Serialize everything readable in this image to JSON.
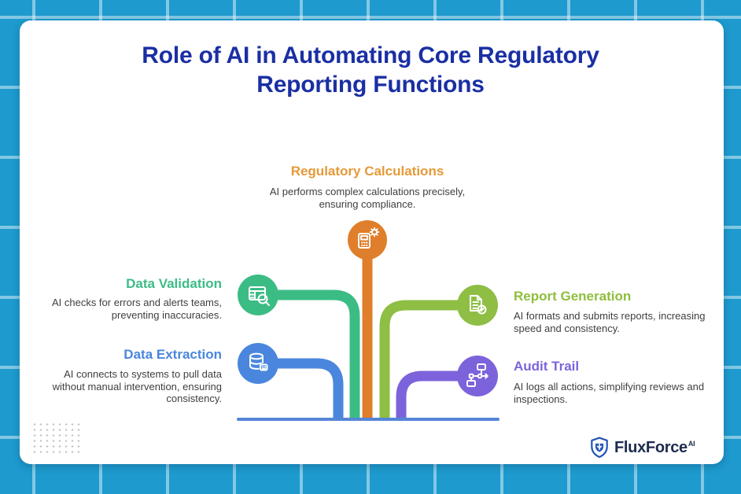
{
  "card": {
    "title": "Role of AI in Automating Core Regulatory Reporting Functions"
  },
  "branches": [
    {
      "label": "Regulatory Calculations",
      "description": "AI performs complex calculations precisely, ensuring compliance.",
      "title_color": "#E59A38",
      "circle_color": "#DF7E2B",
      "icon": "calculator-gear-icon",
      "position": "top-center"
    },
    {
      "label": "Data Validation",
      "description": "AI checks for errors and alerts teams, preventing inaccuracies.",
      "title_color": "#3CBC85",
      "circle_color": "#3CBC85",
      "icon": "table-search-icon",
      "position": "left-upper"
    },
    {
      "label": "Data Extraction",
      "description": "AI connects to systems to pull data without manual intervention, ensuring consistency.",
      "title_color": "#4A86DD",
      "circle_color": "#4A86DD",
      "icon": "database-bot-icon",
      "position": "left-lower"
    },
    {
      "label": "Report Generation",
      "description": "AI formats and submits reports, increasing speed and consistency.",
      "title_color": "#8EBE3C",
      "circle_color": "#8EBE44",
      "icon": "document-check-icon",
      "position": "right-upper"
    },
    {
      "label": "Audit Trail",
      "description": "AI logs all actions, simplifying reviews and inspections.",
      "title_color": "#7C63DB",
      "circle_color": "#7C63DB",
      "icon": "flowchart-icon",
      "position": "right-lower"
    }
  ],
  "logo": {
    "brand": "FluxForce",
    "suffix": "AI",
    "icon": "shield-icon",
    "text_color": "#1D2B50",
    "shield_color": "#2456B8"
  },
  "colors": {
    "background": "#1E9ACE",
    "grid_line": "#8FCFEC",
    "card": "#FFFFFF",
    "title": "#1A2FA3",
    "body_text": "#3F3F3F",
    "baseline": "#5585D8"
  }
}
